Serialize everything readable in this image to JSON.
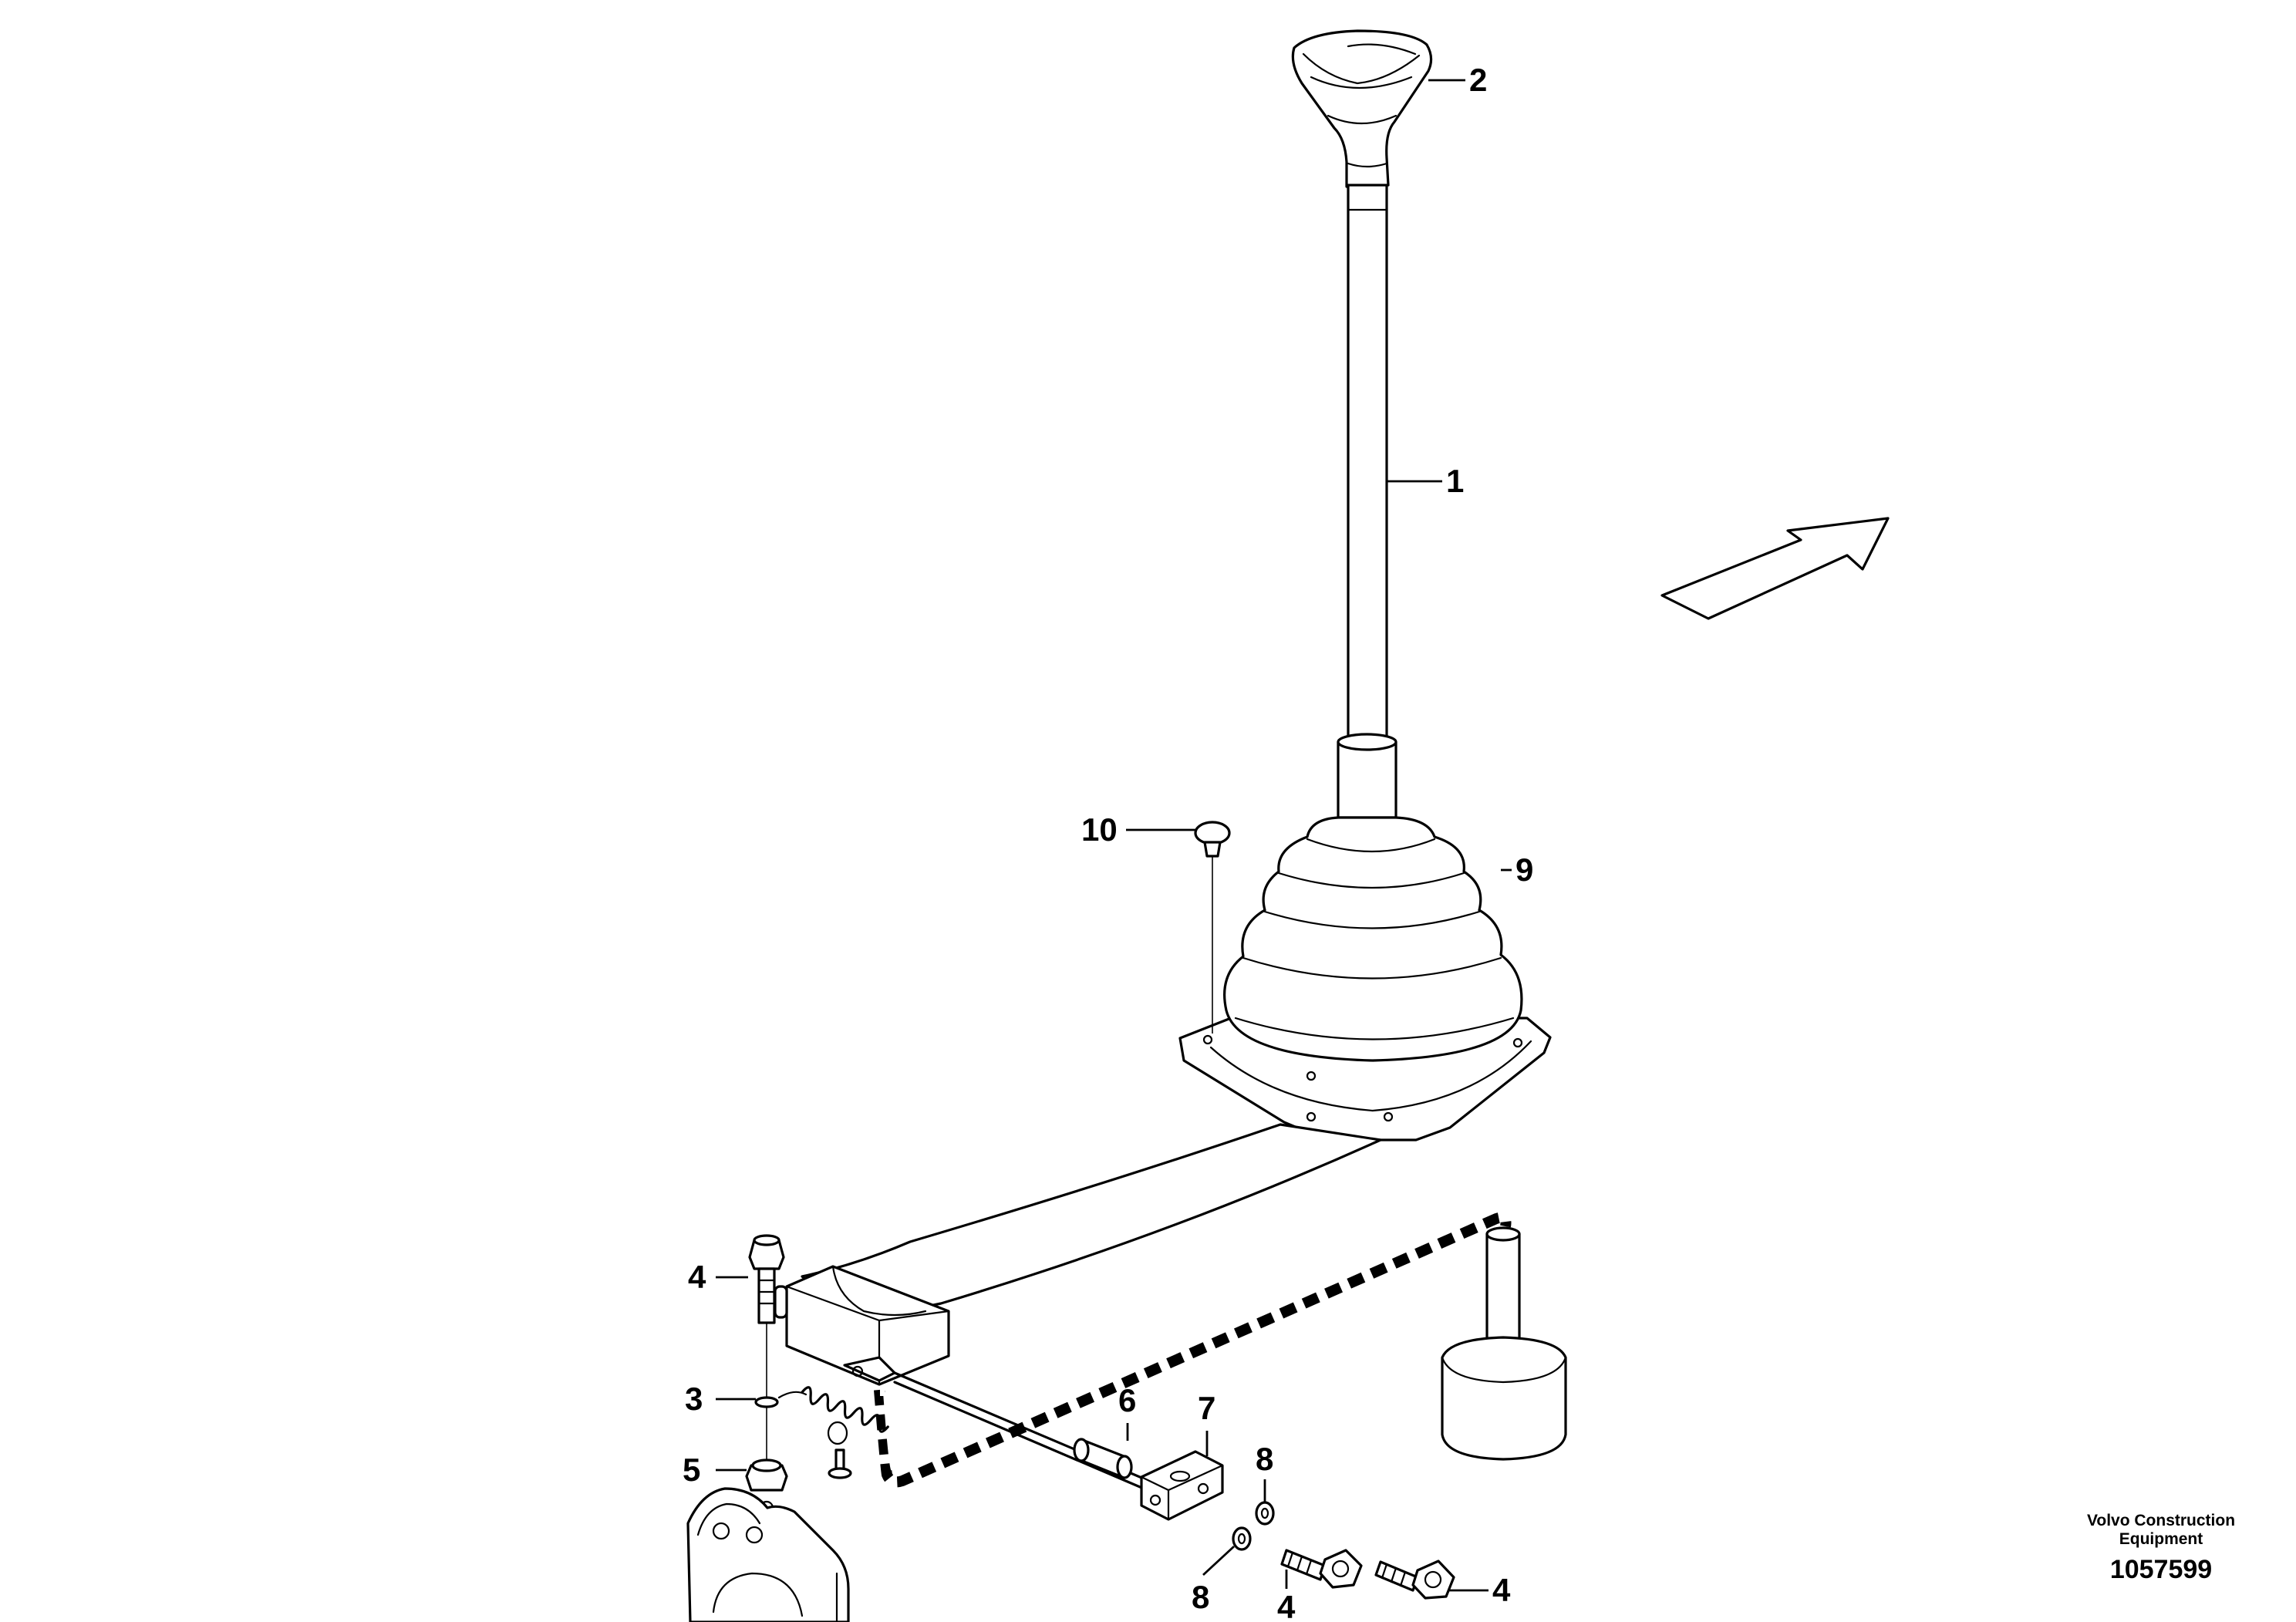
{
  "callouts": [
    {
      "label": "2"
    },
    {
      "label": "1"
    },
    {
      "label": "10"
    },
    {
      "label": "9"
    },
    {
      "label": "4"
    },
    {
      "label": "3"
    },
    {
      "label": "5"
    },
    {
      "label": "6"
    },
    {
      "label": "7"
    },
    {
      "label": "8"
    },
    {
      "label": "8"
    },
    {
      "label": "4"
    },
    {
      "label": "4"
    }
  ],
  "footer": {
    "brand_line1": "Volvo Construction",
    "brand_line2": "Equipment",
    "drawing_number": "1057599"
  }
}
